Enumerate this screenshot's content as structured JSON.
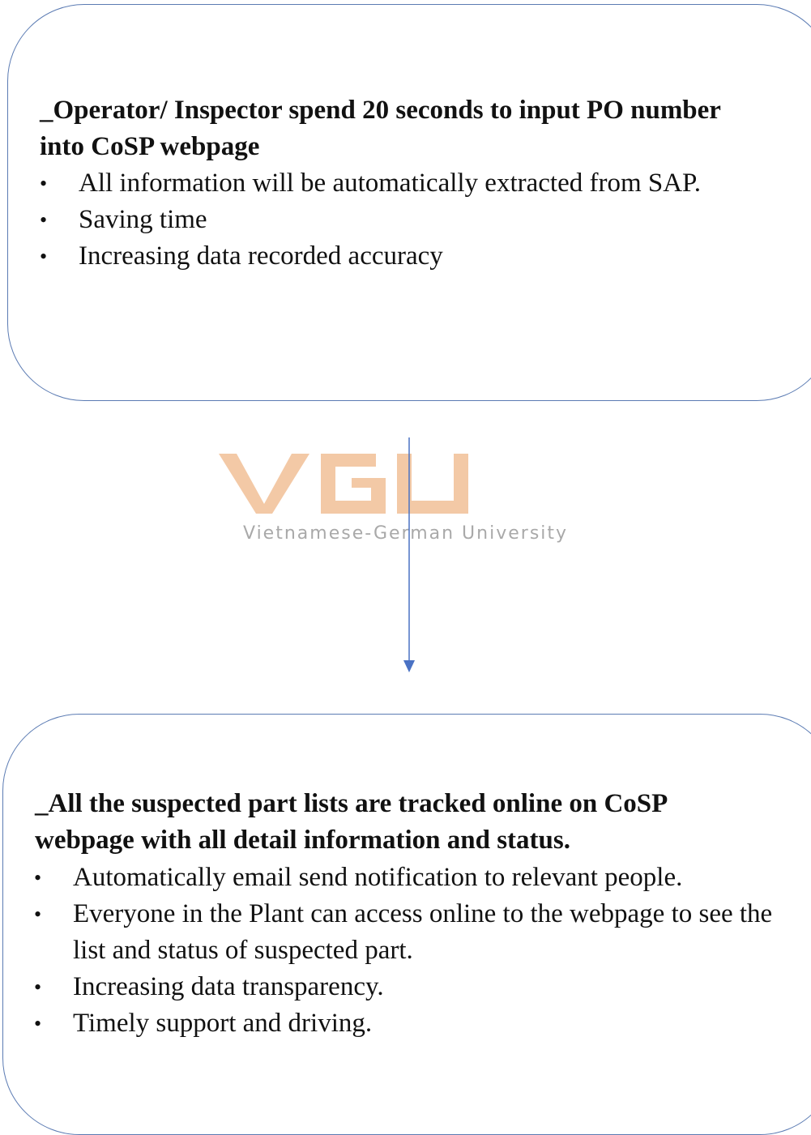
{
  "top_box": {
    "title": "_Operator/ Inspector spend 20 seconds to input PO number into CoSP webpage",
    "bullets": [
      "All information will be automatically extracted from SAP.",
      "Saving time",
      "Increasing data recorded accuracy"
    ]
  },
  "bottom_box": {
    "title": "_All the suspected part lists are tracked online on CoSP webpage with all detail information and status.",
    "bullets": [
      "Automatically email send notification to relevant people.",
      "Everyone in the Plant can access online to the webpage to see the list and status of suspected part.",
      "Increasing data transparency.",
      "Timely support and driving."
    ]
  },
  "watermark": {
    "logo_text": "VGU",
    "subtitle": "Vietnamese-German University",
    "color": "#f3c9a6"
  },
  "colors": {
    "border": "#5b7bb3",
    "arrow": "#4a72c4"
  }
}
